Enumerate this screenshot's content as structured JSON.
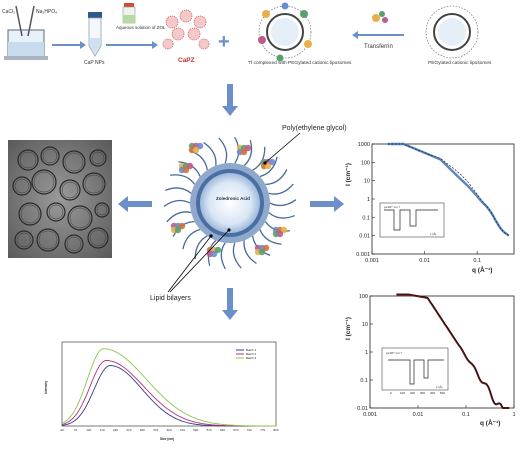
{
  "synthesis": {
    "reagent_left": "CaCl₂",
    "reagent_right": "Na₂HPO₄",
    "tube_label": "CaP NPs",
    "zol_label": "Aqueous solution of ZOL",
    "capz_label": "CaPZ",
    "tf_complex_label": "Tf complexed with PEGylated cationic liposomes",
    "transferrin_label": "Transferrin",
    "liposome_label": "PEGylated cationic liposomes"
  },
  "center": {
    "core_label": "Zoledronic Acid",
    "peg_label": "Poly(ethylene glycol)",
    "lipid_label": "Lipid bilayers"
  },
  "saxs_top": {
    "ylabel": "I (cm⁻¹)",
    "xlabel": "q (Å⁻¹)",
    "yticks": [
      "1000",
      "100",
      "10",
      "1",
      "0.1",
      "0.01",
      "0.001"
    ],
    "xticks": [
      "0.001",
      "0.01",
      "0.1"
    ],
    "inset_ylabel": "ρx10¹⁰ cm⁻²",
    "inset_xlabel": "z (Å)"
  },
  "saxs_bottom": {
    "ylabel": "I (cm⁻¹)",
    "xlabel": "q (Å⁻¹)",
    "yticks": [
      "100",
      "10",
      "1",
      "0.1",
      "0.01"
    ],
    "xticks": [
      "0.001",
      "0.01",
      "0.1",
      "1"
    ],
    "inset_ylabel": "ρx10¹⁰ cm⁻²",
    "inset_xlabel": "z (Å)",
    "inset_yticks": [
      "12",
      "11",
      "10",
      "9",
      "8",
      "7"
    ],
    "inset_xticks": [
      "0",
      "100",
      "200",
      "300",
      "400",
      "500"
    ]
  },
  "dls": {
    "ylabel": "Intensity",
    "xlabel": "Size (nm)",
    "xticks": [
      "20",
      "70",
      "120",
      "170",
      "220",
      "270",
      "320",
      "370",
      "420",
      "470",
      "520",
      "570",
      "620",
      "670",
      "720",
      "770",
      "820"
    ],
    "legend": [
      "Batch 1",
      "Batch 2",
      "Batch 3"
    ],
    "colors": [
      "#3a3a8a",
      "#b0307a",
      "#8ac84a"
    ]
  },
  "colors": {
    "arrow": "#6b8fc9",
    "liposome_core": "#d9e6f5",
    "liposome_ring": "#7f9fc7",
    "saxs_data": "#5a86c2"
  }
}
